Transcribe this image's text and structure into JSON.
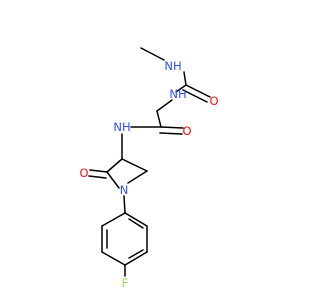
{
  "colors": {
    "bond": "#000000",
    "nitrogen": "#3050F8",
    "oxygen": "#FF0D0D",
    "fluorine": "#90E050"
  },
  "atoms": {
    "nh_urea": "NH",
    "o_urea": "O",
    "nh_gly": "NH",
    "o_amide": "O",
    "nh_amide": "NH",
    "o_lactam": "O",
    "n_ring": "N",
    "f": "F"
  }
}
